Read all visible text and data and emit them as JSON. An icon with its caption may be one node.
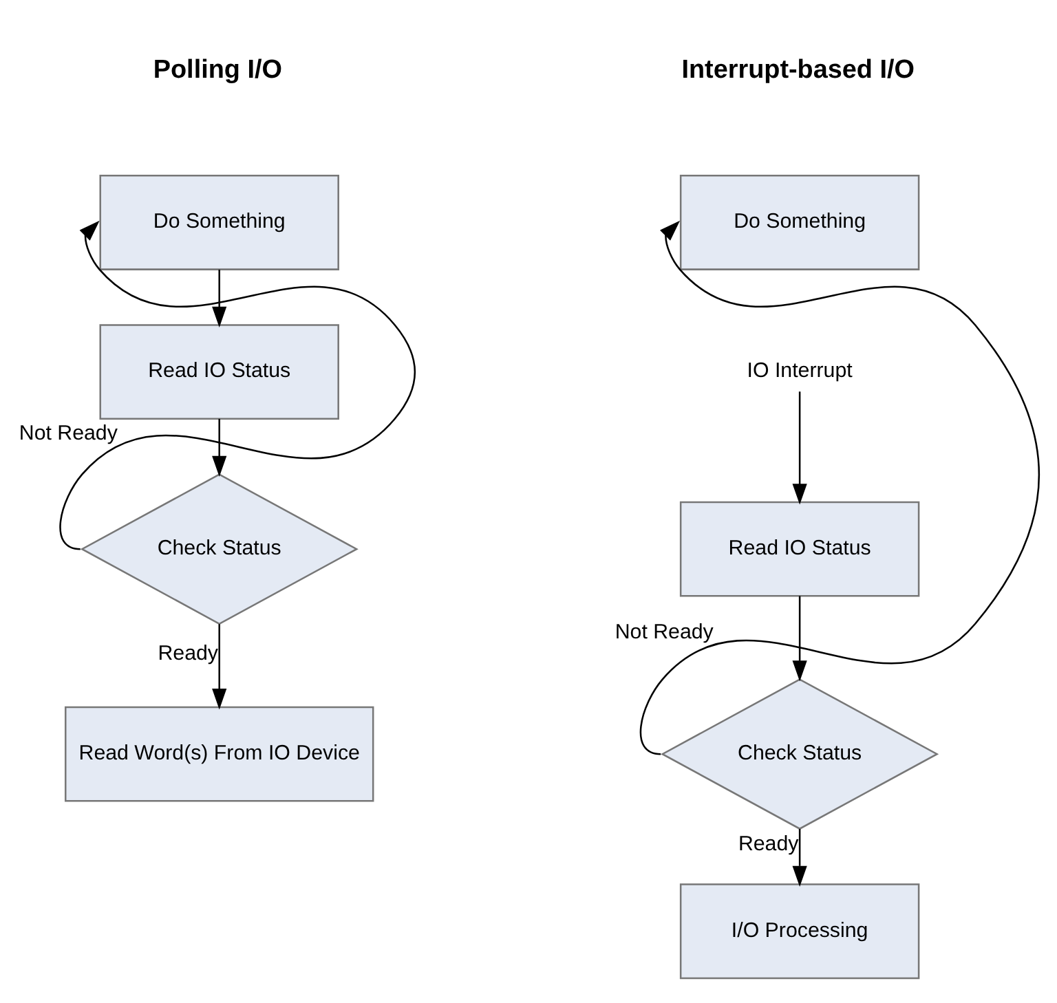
{
  "diagram": {
    "nodes": [
      {
        "text": [
          "Do Something"
        ]
      },
      {
        "text": [
          "Read IO Status"
        ]
      },
      {
        "text": [
          "Check Status"
        ]
      },
      {
        "text": [
          "Read Word(s) From IO Device"
        ]
      },
      {
        "text": [
          "Do Something"
        ]
      },
      {
        "text": [
          "IO Interrupt"
        ]
      },
      {
        "text": [
          "Read IO Status"
        ]
      },
      {
        "text": [
          "Check Status"
        ]
      },
      {
        "text": [
          "I/O Processing"
        ]
      }
    ],
    "edges": [
      {
        "from": 0,
        "to": 1,
        "arrow": "to"
      },
      {
        "from": 1,
        "to": 2,
        "arrow": "to"
      },
      {
        "from": 2,
        "to": 3,
        "arrow": "to",
        "label": "Ready"
      },
      {
        "from": 2,
        "to": 0,
        "arrow": "to",
        "label": "Not Ready"
      },
      {
        "from": 5,
        "to": 6,
        "arrow": "to"
      },
      {
        "from": 6,
        "to": 7,
        "arrow": "to"
      },
      {
        "from": 7,
        "to": 8,
        "arrow": "to",
        "label": "Ready"
      },
      {
        "from": 7,
        "to": 4,
        "arrow": "to",
        "label": "Not Ready"
      }
    ],
    "labels": [
      "Polling I/O",
      "Interrupt-based I/O"
    ]
  }
}
